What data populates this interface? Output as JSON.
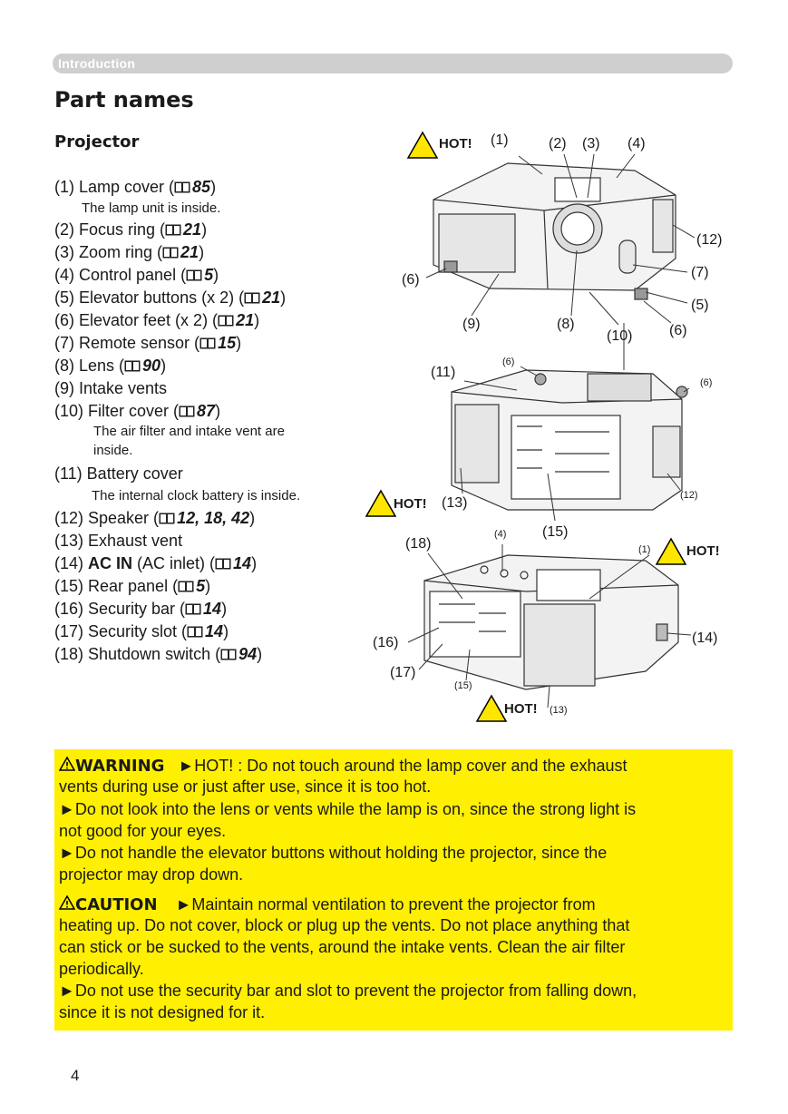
{
  "header": {
    "section": "Introduction",
    "title": "Part names",
    "subtitle": "Projector"
  },
  "parts": [
    {
      "text": "(1) Lamp cover (",
      "ref": "85",
      "close": ")"
    },
    {
      "text": "The lamp unit is inside."
    },
    {
      "text": "(2) Focus ring (",
      "ref": "21",
      "close": ")"
    },
    {
      "text": "(3) Zoom ring (",
      "ref": "21",
      "close": ")"
    },
    {
      "text": "(4) Control panel (",
      "ref": "5",
      "close": ")"
    },
    {
      "text": "(5) Elevator buttons (x 2) (",
      "ref": "21",
      "close": ")"
    },
    {
      "text": "(6) Elevator feet (x 2) (",
      "ref": "21",
      "close": ")"
    },
    {
      "text": "(7) Remote sensor (",
      "ref": "15",
      "close": ")"
    },
    {
      "text": "(8) Lens (",
      "ref": "90",
      "close": ")"
    },
    {
      "text": "(9) Intake vents"
    },
    {
      "text": "(10) Filter cover (",
      "ref": "87",
      "close": ")"
    },
    {
      "text": "The air filter and intake vent are"
    },
    {
      "text": "inside."
    },
    {
      "text": "(11) Battery cover"
    },
    {
      "text": "The internal clock battery is inside."
    },
    {
      "text": "(12) Speaker (",
      "ref": "12, 18, 42",
      "close": ")"
    },
    {
      "text": "(13) Exhaust vent"
    },
    {
      "pre": "(14) ",
      "bold": "AC IN",
      "text": " (AC inlet) (",
      "ref": "14",
      "close": ")"
    },
    {
      "text": "(15) Rear panel (",
      "ref": "5",
      "close": ")"
    },
    {
      "text": "(16) Security bar (",
      "ref": "14",
      "close": ")"
    },
    {
      "text": "(17) Security slot (",
      "ref": "14",
      "close": ")"
    },
    {
      "text": "(18) Shutdown switch (",
      "ref": "94",
      "close": ")"
    }
  ],
  "figure": {
    "hot": "HOT!",
    "callouts": [
      "(1)",
      "(2)",
      "(3)",
      "(4)",
      "(12)",
      "(7)",
      "(5)",
      "(6)",
      "(6)",
      "(9)",
      "(8)",
      "(10)",
      "(11)",
      "(6)",
      "(6)",
      "(12)",
      "(13)",
      "(15)",
      "(18)",
      "(4)",
      "(1)",
      "(14)",
      "(16)",
      "(17)",
      "(15)",
      "(13)"
    ]
  },
  "warning": {
    "label": "WARNING",
    "lines": [
      "►HOT! : Do not touch around the lamp cover and the exhaust",
      "vents during use or just after use, since it is too hot.",
      "►Do not look into the lens or vents while the lamp is on, since the strong light is",
      "not good for your eyes.",
      "►Do not handle the elevator buttons without holding the projector, since the",
      "projector may drop down."
    ]
  },
  "caution": {
    "label": "CAUTION",
    "lines": [
      "►Maintain normal ventilation to prevent the projector from",
      "heating up. Do not cover, block or plug up the vents. Do not place anything that",
      "can stick or be sucked to the vents, around the intake vents. Clean the air filter",
      "periodically.",
      "►Do not use the security bar and slot to prevent the projector from falling down,",
      "since it is not designed for it."
    ]
  },
  "page_number": "4",
  "colors": {
    "warning_bg": "#ffef00",
    "section_bar": "#cfcfcf"
  }
}
